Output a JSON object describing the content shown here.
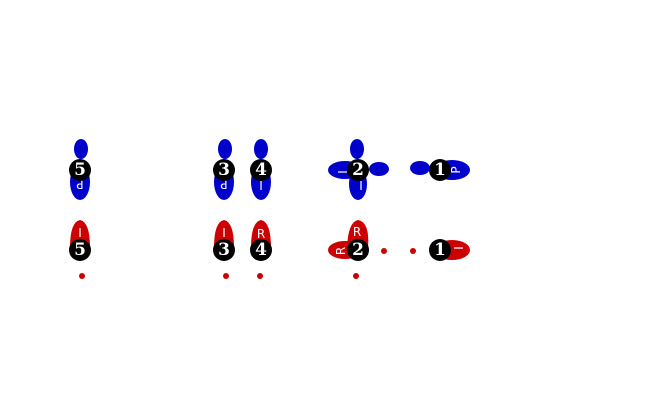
{
  "colors": {
    "upper": "#0000cc",
    "lower": "#cc0000",
    "badge": "#000000"
  },
  "steps": [
    {
      "number": "5",
      "upper_letter": "P",
      "lower_letter": "I"
    },
    {
      "number": "3",
      "upper_letter": "P",
      "lower_letter": "I"
    },
    {
      "number": "4",
      "upper_letter": "I",
      "lower_letter": "R"
    },
    {
      "number": "2",
      "upper_letters": [
        "I",
        "I"
      ],
      "lower_letters": [
        "R",
        "R"
      ]
    },
    {
      "number": "1",
      "upper_letter": "P",
      "lower_letter": "I"
    }
  ]
}
